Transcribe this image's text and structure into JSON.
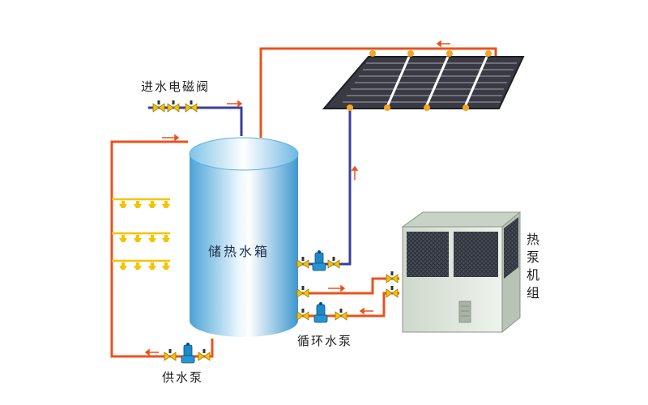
{
  "labels": {
    "inlet_valve": "进水电磁阀",
    "storage_tank": "储热水箱",
    "circulation_pump": "循环水泵",
    "supply_pump": "供水泵",
    "heat_pump_unit": "热泵机组"
  },
  "colors": {
    "hot_pipe": "#e8531e",
    "cold_pipe": "#3a3f9a",
    "valve": "#f5c400",
    "pump": "#1e88c8",
    "tank_light": "#ffffff",
    "tank_dark": "#5fb0dc",
    "collector_dark": "#2b2b33",
    "heat_pump_body": "#dfe6dd",
    "flow_arrow": "#e8531e"
  },
  "icons": {
    "valve": "butterfly-valve-icon",
    "pump": "pump-icon",
    "shower": "shower-head-icon",
    "arrow": "flow-arrow-icon"
  }
}
